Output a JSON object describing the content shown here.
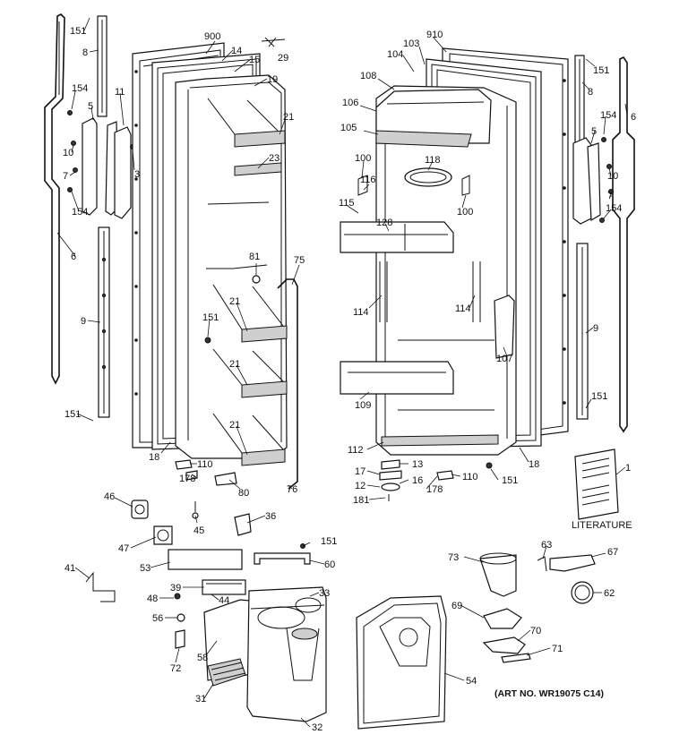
{
  "diagram": {
    "art_number": "(ART NO. WR19075 C14)",
    "literature_label": "LITERATURE",
    "callouts": {
      "c151a": "151",
      "c8a": "8",
      "c154a": "154",
      "c11": "11",
      "c5a": "5",
      "c10a": "10",
      "c7a": "7",
      "c3": "3",
      "c154b": "154",
      "c6a": "6",
      "c9a": "9",
      "c151b": "151",
      "c900": "900",
      "c14": "14",
      "c15": "15",
      "c29": "29",
      "c19": "19",
      "c21a": "21",
      "c23": "23",
      "c81": "81",
      "c75": "75",
      "c21b": "21",
      "c151c": "151",
      "c21c": "21",
      "c21d": "21",
      "c18a": "18",
      "c110a": "110",
      "c178a": "178",
      "c80": "80",
      "c76": "76",
      "c910": "910",
      "c103": "103",
      "c104": "104",
      "c108": "108",
      "c106": "106",
      "c105": "105",
      "c100a": "100",
      "c116": "116",
      "c118": "118",
      "c115": "115",
      "c128": "128",
      "c100b": "100",
      "c114a": "114",
      "c114b": "114",
      "c107": "107",
      "c109": "109",
      "c112": "112",
      "c18b": "18",
      "c13": "13",
      "c17": "17",
      "c16": "16",
      "c12": "12",
      "c110b": "110",
      "c178b": "178",
      "c151d": "151",
      "c181": "181",
      "c151e": "151",
      "c8b": "8",
      "c6b": "6",
      "c154c": "154",
      "c5b": "5",
      "c10b": "10",
      "c7b": "7",
      "c154d": "154",
      "c9b": "9",
      "c151f": "151",
      "c1": "1",
      "c46": "46",
      "c45": "45",
      "c36": "36",
      "c47": "47",
      "c151g": "151",
      "c41": "41",
      "c53": "53",
      "c60": "60",
      "c39": "39",
      "c44": "44",
      "c48": "48",
      "c33": "33",
      "c56": "56",
      "c58": "58",
      "c72": "72",
      "c31": "31",
      "c32": "32",
      "c54": "54",
      "c73": "73",
      "c63": "63",
      "c67": "67",
      "c62": "62",
      "c69": "69",
      "c70": "70",
      "c71": "71"
    }
  }
}
